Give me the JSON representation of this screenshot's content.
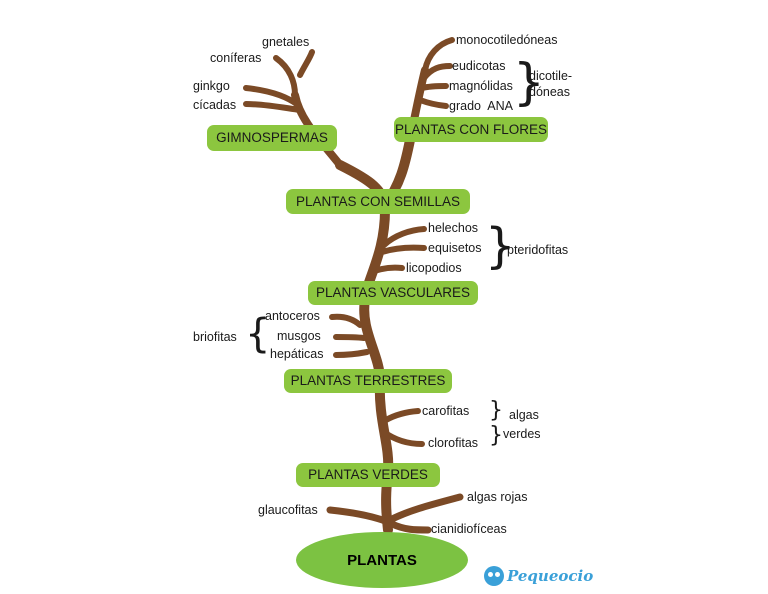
{
  "root": "PLANTAS",
  "levels": {
    "verdes": "PLANTAS VERDES",
    "terrestres": "PLANTAS TERRESTRES",
    "vasculares": "PLANTAS VASCULARES",
    "semillas": "PLANTAS CON SEMILLAS",
    "gimnospermas": "GIMNOSPERMAS",
    "flores": "PLANTAS CON FLORES"
  },
  "leaves": {
    "glaucofitas": "glaucofitas",
    "algas_rojas": "algas rojas",
    "cianidioficeas": "cianidiofíceas",
    "carofitas": "carofitas",
    "clorofitas": "clorofitas",
    "antoceros": "antoceros",
    "musgos": "musgos",
    "hepaticas": "hepáticas",
    "helechos": "helechos",
    "equisetos": "equisetos",
    "licopodios": "licopodios",
    "gnetales": "gnetales",
    "coniferas": "coníferas",
    "ginkgo": "ginkgo",
    "cicadas": "cícadas",
    "monocotiledoneas": "monocotiledóneas",
    "eudicotas": "eudicotas",
    "magnolidas": "magnólidas",
    "grado_ana": "grado  ANA"
  },
  "groups": {
    "algas_verdes_1": "algas",
    "algas_verdes_2": "verdes",
    "briofitas": "briofitas",
    "pteridofitas": "pteridofitas",
    "dicotiledoneas_1": "dicotile-",
    "dicotiledoneas_2": "dóneas"
  },
  "logo": "Pequeocio",
  "colors": {
    "trunk": "#7b4a26",
    "box": "#8cc63f",
    "oval": "#7cc242",
    "logo": "#3aa0d8"
  }
}
